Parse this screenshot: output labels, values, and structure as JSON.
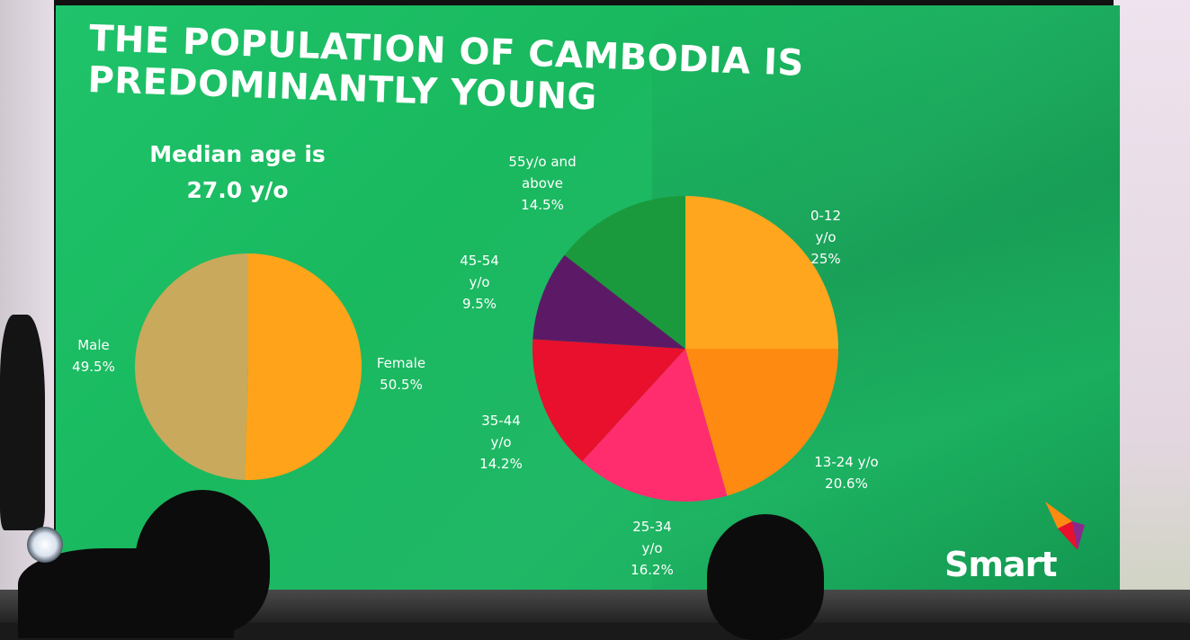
{
  "slide": {
    "title_line1": "THE POPULATION OF CAMBODIA IS",
    "title_line2": "PREDOMINANTLY YOUNG",
    "median_line1": "Median age is",
    "median_line2": "27.0 y/o",
    "logo_text": "Smart"
  },
  "gender_pie": {
    "slices": [
      {
        "label_lines": [
          "Female",
          "50.5%"
        ],
        "value": 50.5,
        "color": "#ffa31a"
      },
      {
        "label_lines": [
          "Male",
          "49.5%"
        ],
        "value": 49.5,
        "color": "#c9a95b"
      }
    ]
  },
  "age_pie": {
    "slices": [
      {
        "label_lines": [
          "0-12",
          "y/o",
          "25%"
        ],
        "value": 25,
        "color": "#ffa61e"
      },
      {
        "label_lines": [
          "13-24 y/o",
          "20.6%"
        ],
        "value": 20.6,
        "color": "#ff8a12"
      },
      {
        "label_lines": [
          "25-34",
          "y/o",
          "16.2%"
        ],
        "value": 16.2,
        "color": "#ff2d6e"
      },
      {
        "label_lines": [
          "35-44",
          "y/o",
          "14.2%"
        ],
        "value": 14.2,
        "color": "#e8102c"
      },
      {
        "label_lines": [
          "45-54",
          "y/o",
          "9.5%"
        ],
        "value": 9.5,
        "color": "#5c1a66"
      },
      {
        "label_lines": [
          "55y/o and",
          "above",
          "14.5%"
        ],
        "value": 14.5,
        "color": "#1a9a3c"
      }
    ]
  },
  "colors": {
    "screen_green": "#1fc36a",
    "logo_orange": "#ff8a12",
    "logo_red": "#e8102c",
    "logo_purple": "#8a2a8c"
  }
}
